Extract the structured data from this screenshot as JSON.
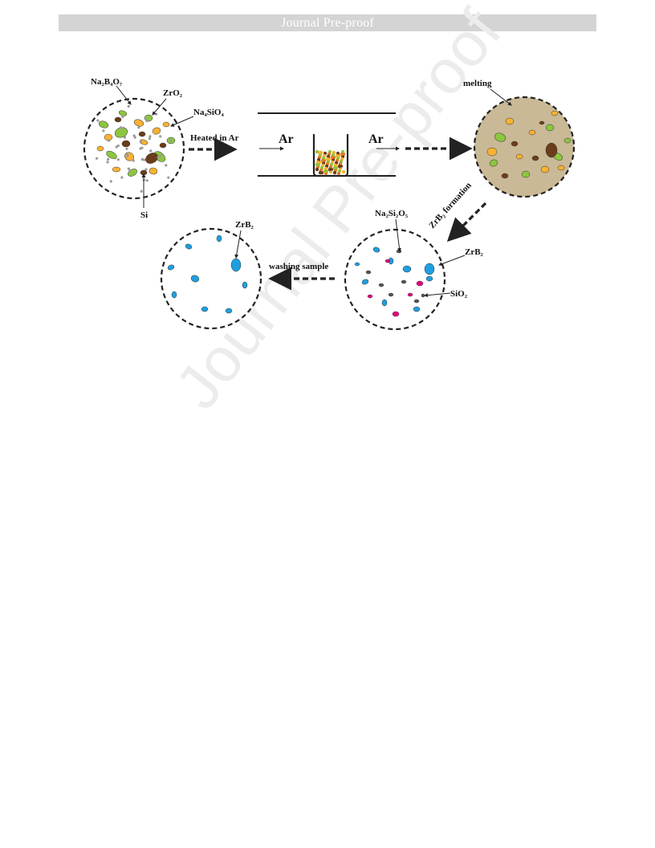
{
  "header": {
    "text": "Journal Pre-proof"
  },
  "watermark": {
    "text": "Journal Pre-proof"
  },
  "figure": {
    "labels": {
      "na2b4o7": "Na₂B₄O₇",
      "zro2": "ZrO₂",
      "na4sio4": "Na₄SiO₄",
      "si": "Si",
      "heated": "Heated in Ar",
      "ar_left": "Ar",
      "ar_right": "Ar",
      "melting": "melting",
      "formation": "ZrB₂ formation",
      "na2si2o5": "Na₂Si₂O₅",
      "zrb2_mixed": "ZrB₂",
      "sio2": "SiO₂",
      "washing": "washing sample",
      "zrb2_final": "ZrB₂"
    },
    "colors": {
      "green": "#8cc63f",
      "orange": "#f9b233",
      "brown": "#6b3d1a",
      "gray": "#9a9a9a",
      "blue": "#1f9fe0",
      "magenta": "#e6007e",
      "dark_gray": "#555555",
      "melt_fill": "#c9b996"
    }
  }
}
